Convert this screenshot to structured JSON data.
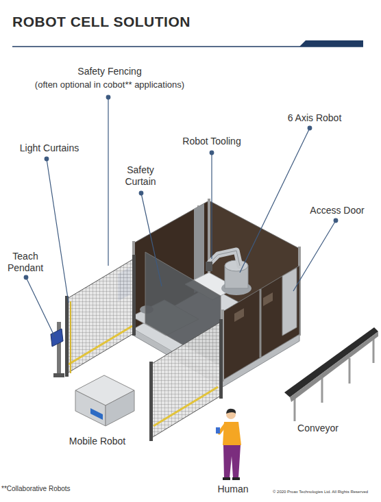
{
  "diagram": {
    "title": "ROBOT CELL SOLUTION",
    "labels": [
      "Safety Fencing",
      "(often optional in cobot** applications)",
      "6 Axis Robot",
      "Light Curtains",
      "Robot Tooling",
      "Safety Curtain",
      "Access Door",
      "Teach Pendant",
      "Mobile Robot",
      "Conveyor",
      "Human",
      "**Collaborative Robots",
      "© 2020 Proax Technologies Ltd. All Rights Reserved"
    ]
  }
}
